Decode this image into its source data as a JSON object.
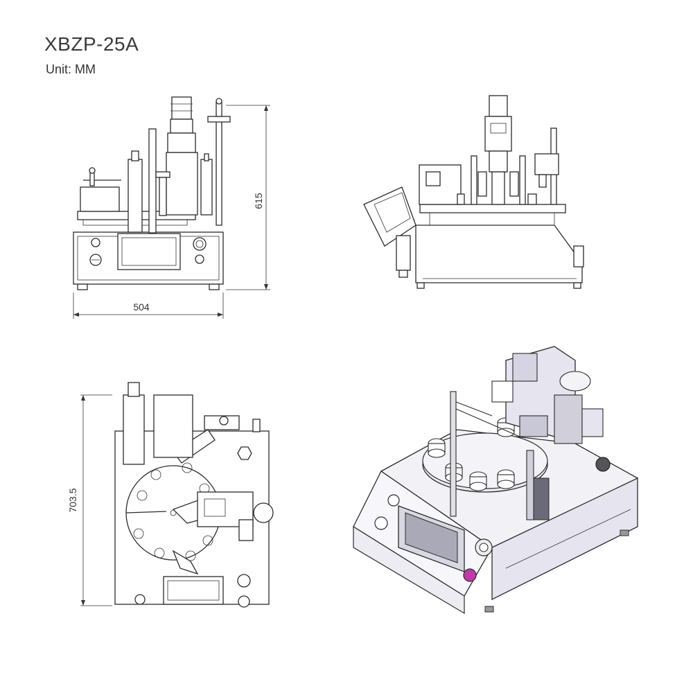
{
  "header": {
    "model": "XBZP-25A",
    "unit": "Unit: MM"
  },
  "dimensions": {
    "front_width": "504",
    "front_height": "615",
    "top_depth": "703.5"
  },
  "colors": {
    "line": "#2a2a2a",
    "panel_fill": "#e6e4ef",
    "screen": "#8a8aa0",
    "accent_button": "#c03aa8"
  }
}
